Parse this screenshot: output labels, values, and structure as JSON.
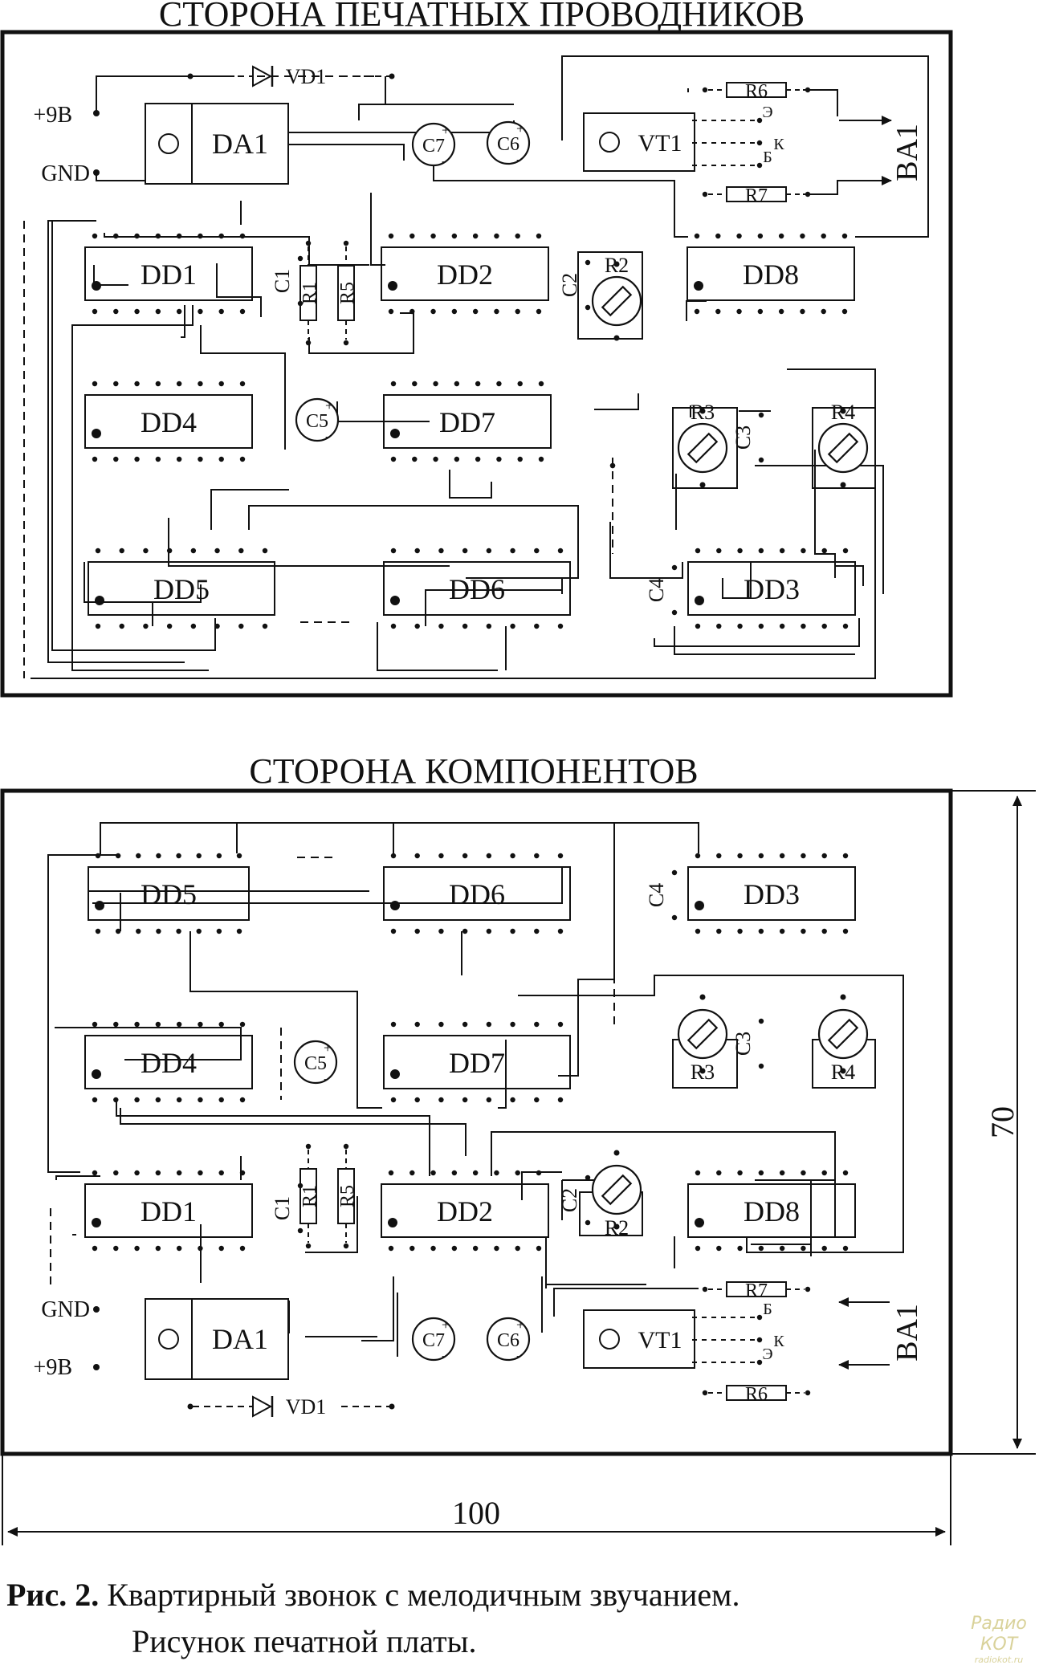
{
  "top_board": {
    "title": "СТОРОНА ПЕЧАТНЫХ ПРОВОДНИКОВ",
    "power_label": "+9В",
    "ground_label": "GND",
    "speaker": "BA1",
    "chips": {
      "da1": "DA1",
      "dd1": "DD1",
      "dd2": "DD2",
      "dd3": "DD3",
      "dd4": "DD4",
      "dd5": "DD5",
      "dd6": "DD6",
      "dd7": "DD7",
      "dd8": "DD8"
    },
    "transistor": "VT1",
    "transistor_pins": {
      "e": "Э",
      "k": "К",
      "b": "Б"
    },
    "resistors": {
      "r1": "R1",
      "r2": "R2",
      "r3": "R3",
      "r4": "R4",
      "r5": "R5",
      "r6": "R6",
      "r7": "R7"
    },
    "capacitors": {
      "c1": "C1",
      "c2": "C2",
      "c3": "C3",
      "c4": "C4",
      "c5": "C5",
      "c6": "C6",
      "c7": "C7"
    },
    "diode": "VD1"
  },
  "bottom_board": {
    "title": "СТОРОНА КОМПОНЕНТОВ",
    "power_label": "+9В",
    "ground_label": "GND",
    "speaker": "BA1",
    "chips": {
      "da1": "DA1",
      "dd1": "DD1",
      "dd2": "DD2",
      "dd3": "DD3",
      "dd4": "DD4",
      "dd5": "DD5",
      "dd6": "DD6",
      "dd7": "DD7",
      "dd8": "DD8"
    },
    "transistor": "VT1",
    "transistor_pins": {
      "e": "Э",
      "k": "К",
      "b": "Б"
    },
    "resistors": {
      "r1": "R1",
      "r2": "R2",
      "r3": "R3",
      "r4": "R4",
      "r5": "R5",
      "r6": "R6",
      "r7": "R7"
    },
    "capacitors": {
      "c1": "C1",
      "c2": "C2",
      "c3": "C3",
      "c4": "C4",
      "c5": "C5",
      "c6": "C6",
      "c7": "C7"
    },
    "diode": "VD1"
  },
  "dimensions": {
    "width": "100",
    "height": "70"
  },
  "caption": {
    "prefix": "Рис. 2.",
    "line1": " Квартирный звонок с мелодичным звучанием.",
    "line2": "Рисунок печатной платы."
  },
  "watermark": {
    "brand": "Радио КОТ",
    "site": "radiokot.ru"
  }
}
